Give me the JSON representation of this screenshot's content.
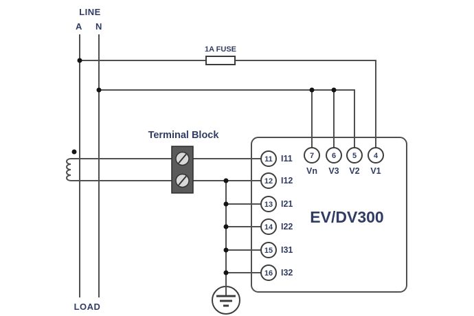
{
  "diagram": {
    "type": "wiring-diagram",
    "source_labels": {
      "line": "LINE",
      "phase_a": "A",
      "neutral": "N",
      "load": "LOAD"
    },
    "fuse_label": "1A FUSE",
    "terminal_block_label": "Terminal Block",
    "device": {
      "name": "EV/DV300",
      "current_terminals": [
        {
          "number": "11",
          "label": "I11"
        },
        {
          "number": "12",
          "label": "I12"
        },
        {
          "number": "13",
          "label": "I21"
        },
        {
          "number": "14",
          "label": "I22"
        },
        {
          "number": "15",
          "label": "I31"
        },
        {
          "number": "16",
          "label": "I32"
        }
      ],
      "voltage_terminals": [
        {
          "number": "7",
          "label": "Vn"
        },
        {
          "number": "6",
          "label": "V3"
        },
        {
          "number": "5",
          "label": "V2"
        },
        {
          "number": "4",
          "label": "V1"
        }
      ]
    },
    "colors": {
      "wire": "#4f4f4f",
      "text": "#303c64",
      "junction_dot": "#141414",
      "terminal_block_fill": "#5a5a5a",
      "screw_fill": "#d8d8d8",
      "background": "#ffffff"
    }
  }
}
